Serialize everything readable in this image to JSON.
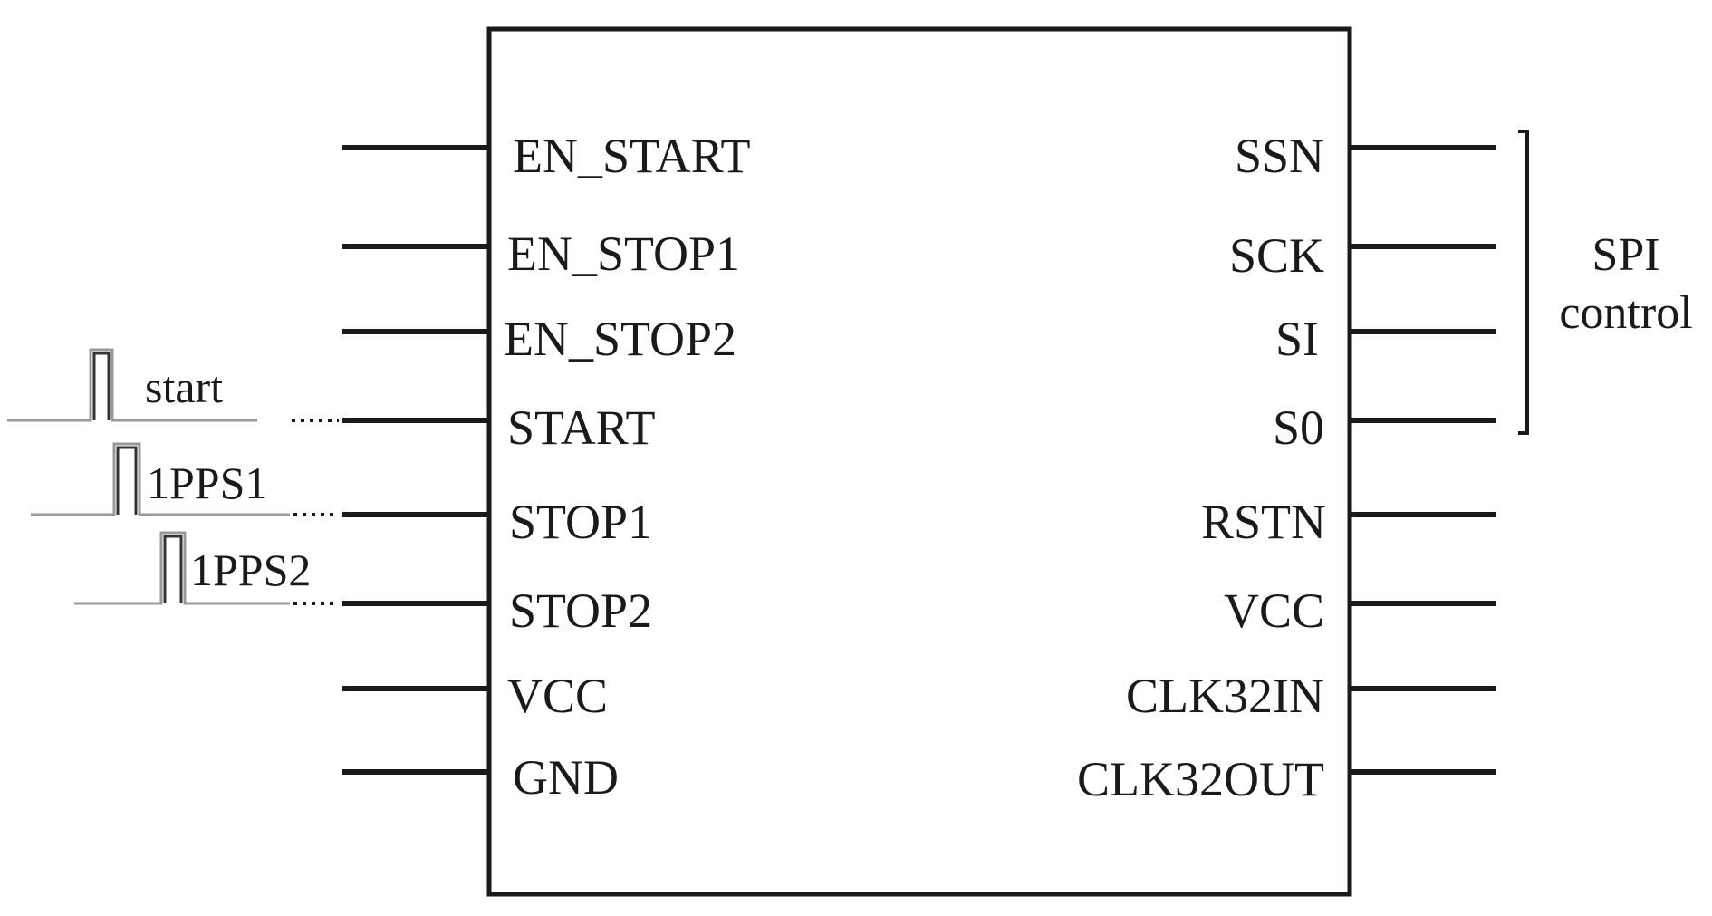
{
  "chip": {
    "left_pins": [
      "EN_START",
      "EN_STOP1",
      "EN_STOP2",
      "START",
      "STOP1",
      "STOP2",
      "VCC",
      "GND"
    ],
    "right_pins": [
      "SSN",
      "SCK",
      "SI",
      "S0",
      "RSTN",
      "VCC",
      "CLK32IN",
      "CLK32OUT"
    ]
  },
  "signals": {
    "start": "start",
    "pps1": "1PPS1",
    "pps2": "1PPS2"
  },
  "spi_group": {
    "line1": "SPI",
    "line2": "control"
  }
}
